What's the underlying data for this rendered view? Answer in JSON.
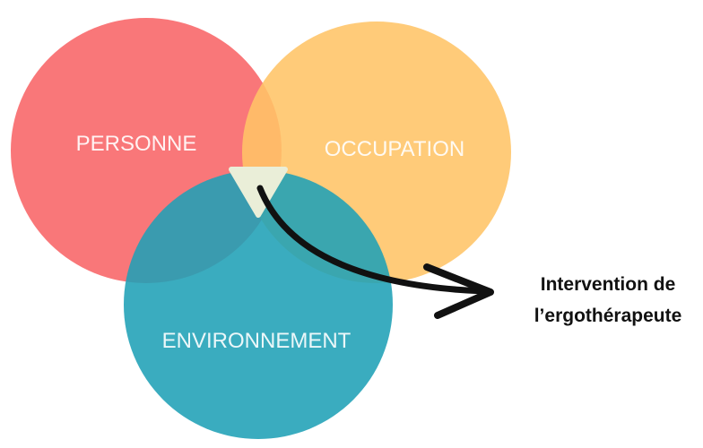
{
  "diagram": {
    "circles": [
      {
        "id": "personne",
        "label": "PERSONNE",
        "color": "#f96b6e"
      },
      {
        "id": "occupation",
        "label": "OCCUPATION",
        "color": "#ffc467"
      },
      {
        "id": "environnement",
        "label": "ENVIRONNEMENT",
        "color": "#1fa0b6"
      }
    ],
    "center_marker_color": "#eaeed8",
    "arrow_color": "#111111",
    "callout": {
      "line1": "Intervention de",
      "line2": "l’ergothérapeute"
    }
  }
}
